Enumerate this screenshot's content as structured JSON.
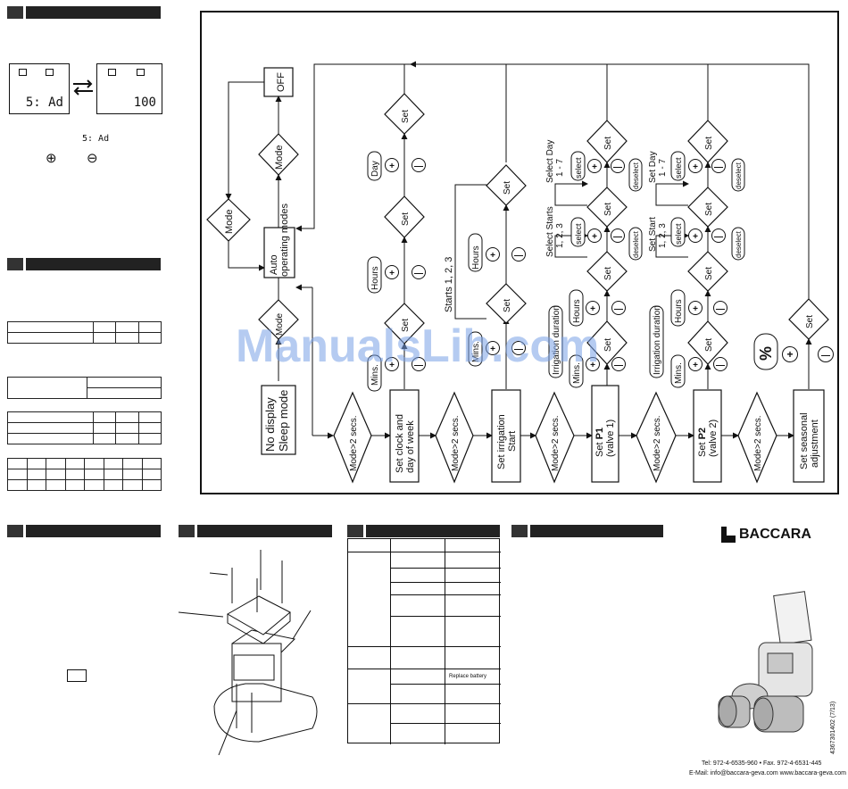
{
  "left_col": {
    "lcd_left": "5: Ad",
    "lcd_right": "100",
    "lcd_caption": "5: Ad",
    "plus_symbol": "⊕",
    "minus_symbol": "⊖"
  },
  "flow": {
    "off": "OFF",
    "mode": "Mode",
    "auto_line1": "Auto",
    "auto_line2": "operating modes",
    "sleep_line1": "No display",
    "sleep_line2": "Sleep mode",
    "mode_2secs": "Mode>2 secs.",
    "set": "Set",
    "day": "Day",
    "hours": "Hours",
    "mins": "Mins.",
    "plus": "+",
    "minus": "—",
    "set_clock_line1": "Set clock and",
    "set_clock_line2": "day of week",
    "starts": "Starts 1, 2, 3",
    "set_irrigation_line1": "Set irrigation",
    "set_irrigation_line2": "Start",
    "set_p1_prefix": "Set ",
    "set_p1_bold": "P1",
    "set_p1_line2": "(valve 1)",
    "set_p2_prefix": "Set ",
    "set_p2_bold": "P2",
    "set_p2_line2": "(valve 2)",
    "irrigation_duration": "Irrigation duration",
    "select": "select",
    "deselect": "deselect",
    "select_day_line1": "Select Day",
    "select_day_line2": "1 - 7",
    "set_day_line1": "Set Day",
    "set_day_line2": "1 - 7",
    "select_starts_line1": "Select Starts",
    "select_starts_line2": "1, 2, 3",
    "set_start_line1": "Set Start",
    "set_start_line2": "1, 2, 3",
    "percent": "%",
    "seasonal_line1": "Set seasonal",
    "seasonal_line2": "adjustment"
  },
  "table_right": {
    "replace_battery": "Replace battery"
  },
  "brand": {
    "logo_text": "BACCARA",
    "catalog_no": "4367301402 (7/13)",
    "contact_line1": "Tel: 972-4-6535-960 • Fax. 972-4-6531-445",
    "contact_line2": "E-Mail: info@baccara-geva.com  www.baccara-geva.com"
  },
  "watermark": "ManualsLib.com"
}
